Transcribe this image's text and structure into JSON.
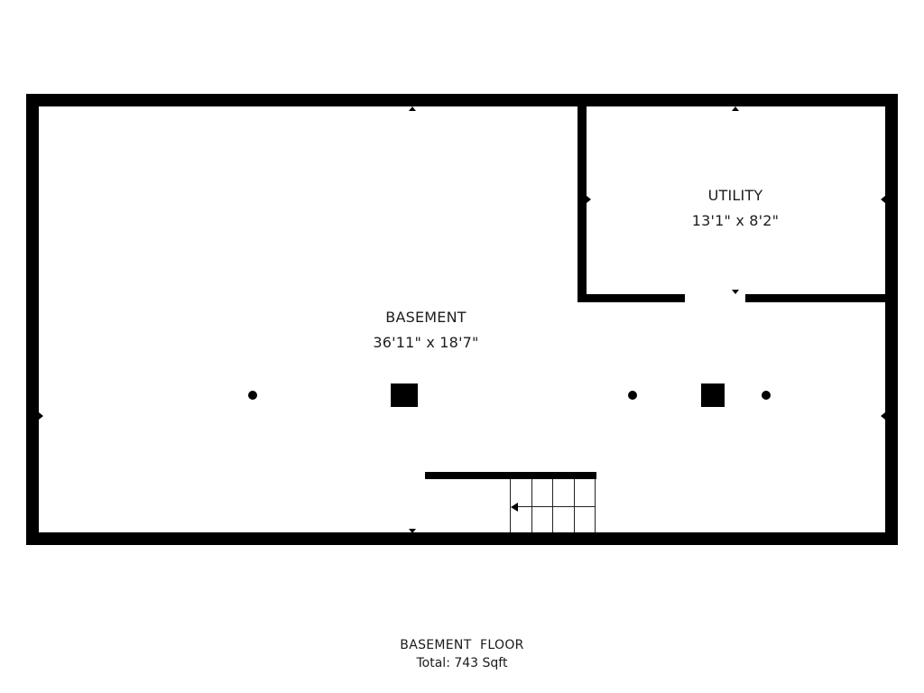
{
  "floorplan": {
    "rooms": [
      {
        "name": "BASEMENT",
        "dimensions": "36'11\" x 18'7\""
      },
      {
        "name": "UTILITY",
        "dimensions": "13'1\" x 8'2\""
      }
    ],
    "footer": {
      "floor_name": "BASEMENT  FLOOR",
      "total_area": "Total: 743 Sqft"
    },
    "colors": {
      "wall": "#000000",
      "background": "#ffffff",
      "text": "#1d1d1d"
    }
  }
}
